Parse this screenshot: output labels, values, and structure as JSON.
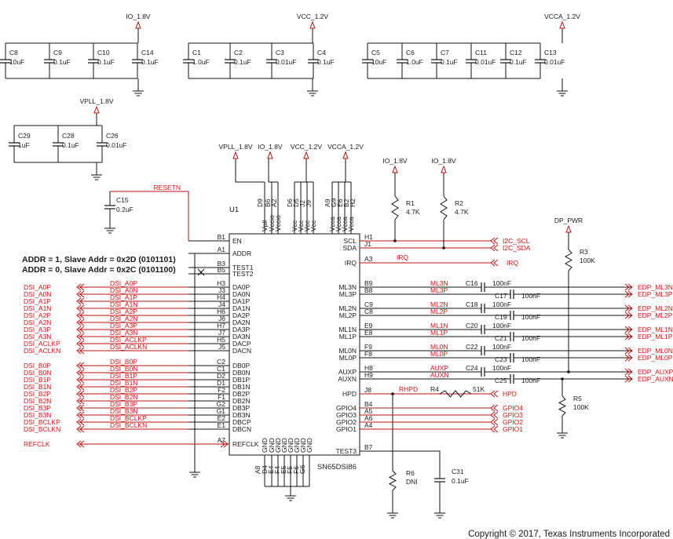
{
  "title": "",
  "copyright": "Copyright © 2017, Texas Instruments Incorporated",
  "addr_note_1": "ADDR = 1, Slave Addr = 0x2D (0101101)",
  "addr_note_2": "ADDR = 0, Slave Addr = 0x2C (0101100)",
  "ic": {
    "ref": "U1",
    "part": "SN65DSI86",
    "top_pins": [
      "Vpll",
      "Vccio",
      "Vccio",
      "Vcc",
      "Vcc",
      "Vcc",
      "Vcc",
      "Vcca",
      "Vcca",
      "Vcca",
      "Vcca"
    ],
    "top_balls": [
      "D9",
      "B6",
      "A2",
      "D6",
      "D5",
      "J2",
      "J9",
      "A9",
      "G9",
      "E6",
      "B2",
      "H2"
    ],
    "bottom_pins": [
      "GND",
      "GND",
      "GND",
      "GND",
      "GND",
      "GND",
      "GND",
      "GND"
    ],
    "bottom_balls": [
      "A8",
      "D4",
      "E4",
      "F4",
      "E5",
      "F5",
      "F6",
      "G6"
    ],
    "left_pins": [
      "EN",
      "ADDR",
      "TEST1",
      "TEST2",
      "DA0P",
      "DA0N",
      "DA1P",
      "DA1N",
      "DA2P",
      "DA2N",
      "DA3P",
      "DA3N",
      "DACP",
      "DACN",
      "DB0P",
      "DB0N",
      "DB1P",
      "DB1N",
      "DB2P",
      "DB2N",
      "DB3P",
      "DB3N",
      "DBCP",
      "DBCN",
      "REFCLK"
    ],
    "left_balls": [
      "B1",
      "A1",
      "B3",
      "B5",
      "H3",
      "J3",
      "H4",
      "J4",
      "H6",
      "J6",
      "H7",
      "J7",
      "H5",
      "J5",
      "C2",
      "C1",
      "D2",
      "D1",
      "F2",
      "F1",
      "G2",
      "G1",
      "E2",
      "E1",
      "A7"
    ],
    "right_pins": [
      "SCL",
      "SDA",
      "IRQ",
      "ML3N",
      "ML3P",
      "ML2N",
      "ML2P",
      "ML1N",
      "ML1P",
      "ML0N",
      "ML0P",
      "AUXP",
      "AUXN",
      "HPD",
      "GPIO4",
      "GPIO3",
      "GPIO2",
      "GPIO1",
      "TEST3"
    ],
    "right_balls": [
      "H1",
      "J1",
      "A3",
      "B9",
      "B8",
      "C9",
      "C8",
      "E9",
      "E8",
      "F9",
      "F8",
      "H8",
      "H9",
      "J8",
      "B4",
      "A5",
      "A6",
      "A4",
      "B7"
    ]
  },
  "dsi_nets": [
    "DSI_A0P",
    "DSI_A0N",
    "DSI_A1P",
    "DSI_A1N",
    "DSI_A2P",
    "DSI_A2N",
    "DSI_A3P",
    "DSI_A3N",
    "DSI_ACLKP",
    "DSI_ACLKN",
    "DSI_B0P",
    "DSI_B0N",
    "DSI_B1P",
    "DSI_B1N",
    "DSI_B2P",
    "DSI_B2N",
    "DSI_B3P",
    "DSI_B3N",
    "DSI_BCLKP",
    "DSI_BCLKN"
  ],
  "dsi_labels": [
    "DSI_A0P",
    "DSI_A0N",
    "DSI_A1P",
    "DSI_A1N",
    "DSI_A2P",
    "DSI_A2N",
    "DSI_A3P",
    "DSI_A3N",
    "DSI_ACLKP",
    "DSI_ACLKN",
    "DSI_B0P",
    "DSI_B0N",
    "DSI_B1P",
    "DSI_B1N",
    "DSI_B2P",
    "DSI_B2N",
    "DSI_B3P",
    "DSI_B3N",
    "DSI_BCLKP",
    "DSI_BCLKN"
  ],
  "refclk": "REFCLK",
  "resetn": "RESETN",
  "edp": {
    "wire_labels": [
      "ML3N",
      "ML3P",
      "ML2N",
      "ML2P",
      "ML1N",
      "ML1P",
      "ML0N",
      "ML0P",
      "AUXP",
      "AUXN"
    ],
    "caps": [
      "C16",
      "C17",
      "C18",
      "C19",
      "C20",
      "C21",
      "C22",
      "C23",
      "C24",
      "C25"
    ],
    "cap_value": "100nF",
    "connectors": [
      "EDP_ML3N",
      "EDP_ML3P",
      "EDP_ML2N",
      "EDP_ML2P",
      "EDP_ML1N",
      "EDP_ML1P",
      "EDP_ML0N",
      "EDP_ML0P",
      "EDP_AUXP",
      "EDP_AUXN"
    ]
  },
  "right_nets": {
    "scl": "I2C_SCL",
    "sda": "I2C_SDA",
    "irq_wire": "IRQ",
    "irq_port": "IRQ",
    "rhpd": "RHPD",
    "hpd_port": "HPD",
    "gpio": [
      "GPIO4",
      "GPIO3",
      "GPIO2",
      "GPIO1"
    ]
  },
  "power": {
    "io": "IO_1.8V",
    "vcc": "VCC_1.2V",
    "vcca": "VCCA_1.2V",
    "vpll": "VPLL_1.8V",
    "dp": "DP_PWR"
  },
  "caps_io": [
    {
      "ref": "C8",
      "val": "10uF"
    },
    {
      "ref": "C9",
      "val": "0.1uF"
    },
    {
      "ref": "C10",
      "val": "0.1uF"
    },
    {
      "ref": "C14",
      "val": "0.1uF"
    }
  ],
  "caps_vcc": [
    {
      "ref": "C1",
      "val": "1.0uF"
    },
    {
      "ref": "C2",
      "val": "0.1uF"
    },
    {
      "ref": "C3",
      "val": "0.01uF"
    },
    {
      "ref": "C4",
      "val": "0.1uF"
    }
  ],
  "caps_vcca": [
    {
      "ref": "C5",
      "val": "10uF"
    },
    {
      "ref": "C6",
      "val": "1.0uF"
    },
    {
      "ref": "C7",
      "val": "0.1uF"
    },
    {
      "ref": "C11",
      "val": "0.01uF"
    },
    {
      "ref": "C12",
      "val": "0.1uF"
    },
    {
      "ref": "C13",
      "val": "0.01uF"
    }
  ],
  "caps_vpll": [
    {
      "ref": "C29",
      "val": "1uF"
    },
    {
      "ref": "C28",
      "val": "0.1uF"
    },
    {
      "ref": "C26",
      "val": "0.01uF"
    }
  ],
  "c15": {
    "ref": "C15",
    "val": "0.2uF"
  },
  "c31": {
    "ref": "C31",
    "val": "0.1uF"
  },
  "r1": {
    "ref": "R1",
    "val": "4.7K"
  },
  "r2": {
    "ref": "R2",
    "val": "4.7K"
  },
  "r3": {
    "ref": "R3",
    "val": "100K"
  },
  "r4": {
    "ref": "R4",
    "val": "51K"
  },
  "r5": {
    "ref": "R5",
    "val": "100K"
  },
  "r6": {
    "ref": "R6",
    "val": "DNI"
  }
}
